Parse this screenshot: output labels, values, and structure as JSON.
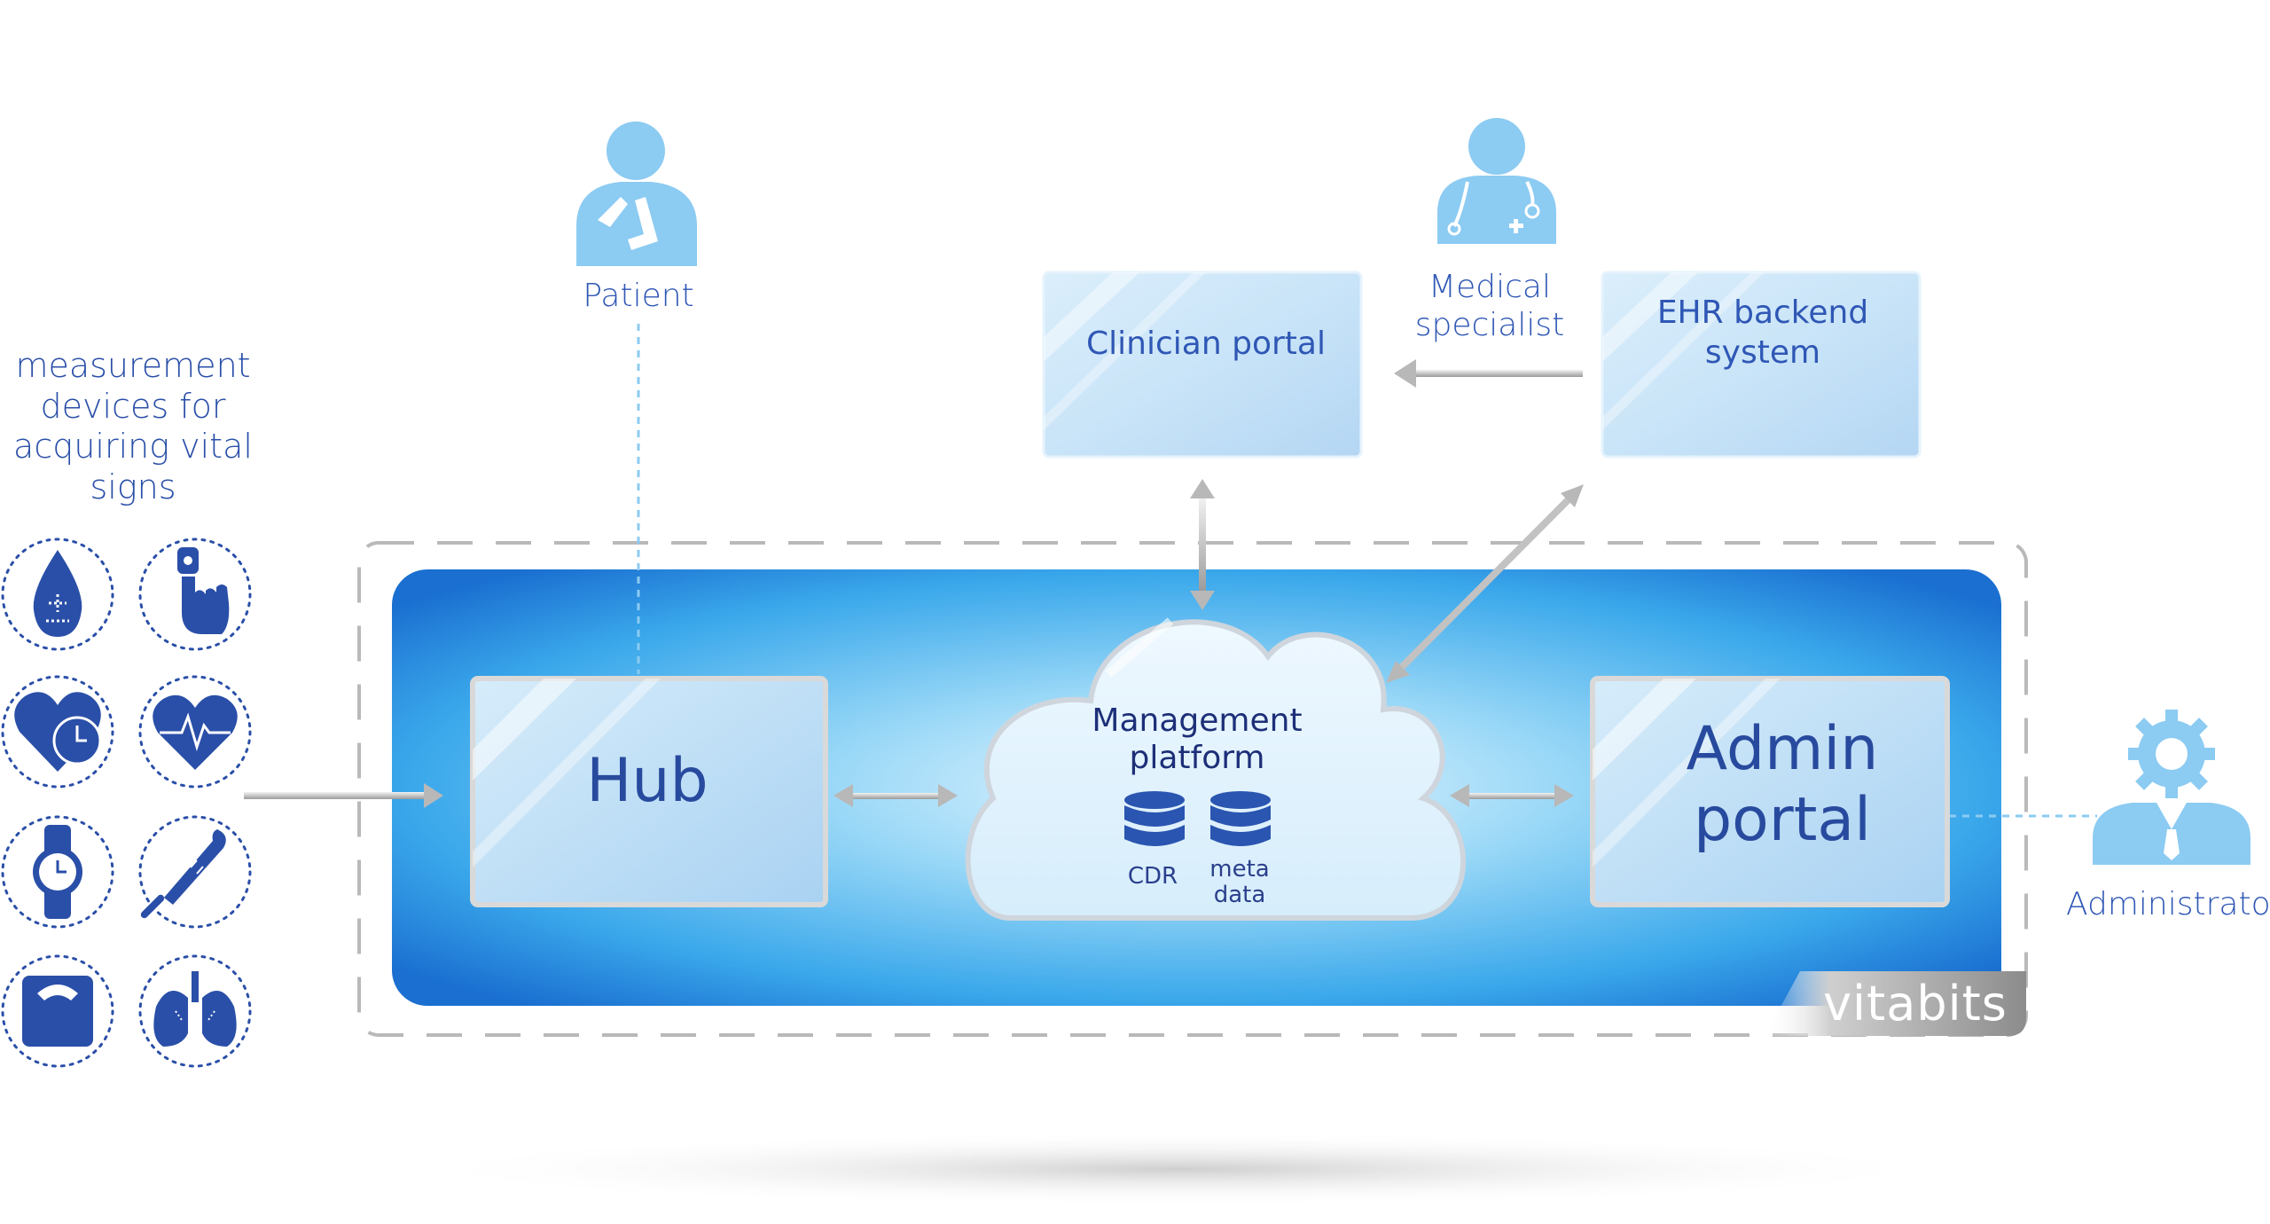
{
  "devices": {
    "title": "measurement devices for acquiring vital signs",
    "icons": [
      "blood-drop-icon",
      "finger-pulse-oximeter-icon",
      "heart-clock-icon",
      "heart-ecg-icon",
      "watch-icon",
      "thermometer-icon",
      "scale-icon",
      "lungs-icon"
    ]
  },
  "actors": {
    "patient": "Patient",
    "medical_specialist": "Medical specialist",
    "administrator": "Administrator"
  },
  "boxes": {
    "clinician_portal": "Clinician portal",
    "ehr_backend": "EHR backend system",
    "hub": "Hub",
    "admin_portal": "Admin portal",
    "management_platform": "Management platform"
  },
  "databases": {
    "cdr": "CDR",
    "meta": "meta data"
  },
  "brand": "vitabits",
  "colors": {
    "primary_blue": "#2a4fa8",
    "light_blue": "#8ccbf2",
    "panel_blue": "#2b8fe0"
  }
}
